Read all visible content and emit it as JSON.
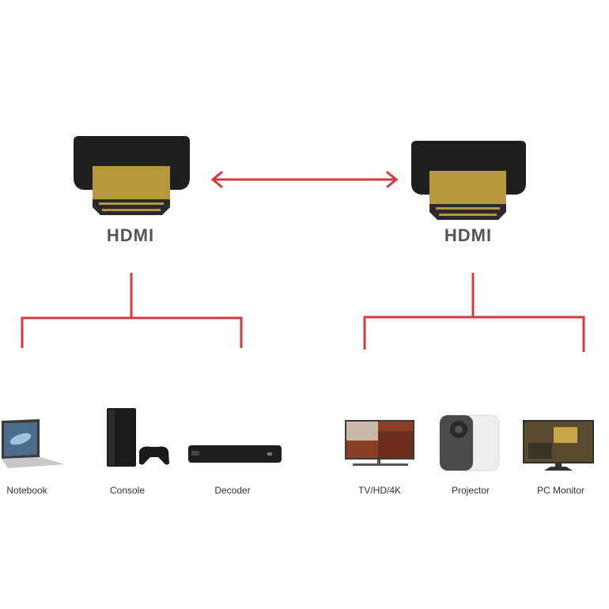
{
  "colors": {
    "line": "#d23a3f",
    "connector_body": "#1e1e1e",
    "connector_plug": "#b8963a",
    "label": "#555555"
  },
  "connectors": [
    {
      "label": "HDMI",
      "side": "left"
    },
    {
      "label": "HDMI",
      "side": "right"
    }
  ],
  "link": {
    "type": "bidirectional-arrow"
  },
  "devices": {
    "left": [
      {
        "label": "Notebook",
        "icon": "laptop-icon"
      },
      {
        "label": "Console",
        "icon": "game-console-icon"
      },
      {
        "label": "Decoder",
        "icon": "set-top-box-icon"
      }
    ],
    "right": [
      {
        "label": "TV/HD/4K",
        "icon": "tv-icon"
      },
      {
        "label": "Projector",
        "icon": "projector-icon"
      },
      {
        "label": "PC Monitor",
        "icon": "monitor-icon"
      }
    ]
  }
}
